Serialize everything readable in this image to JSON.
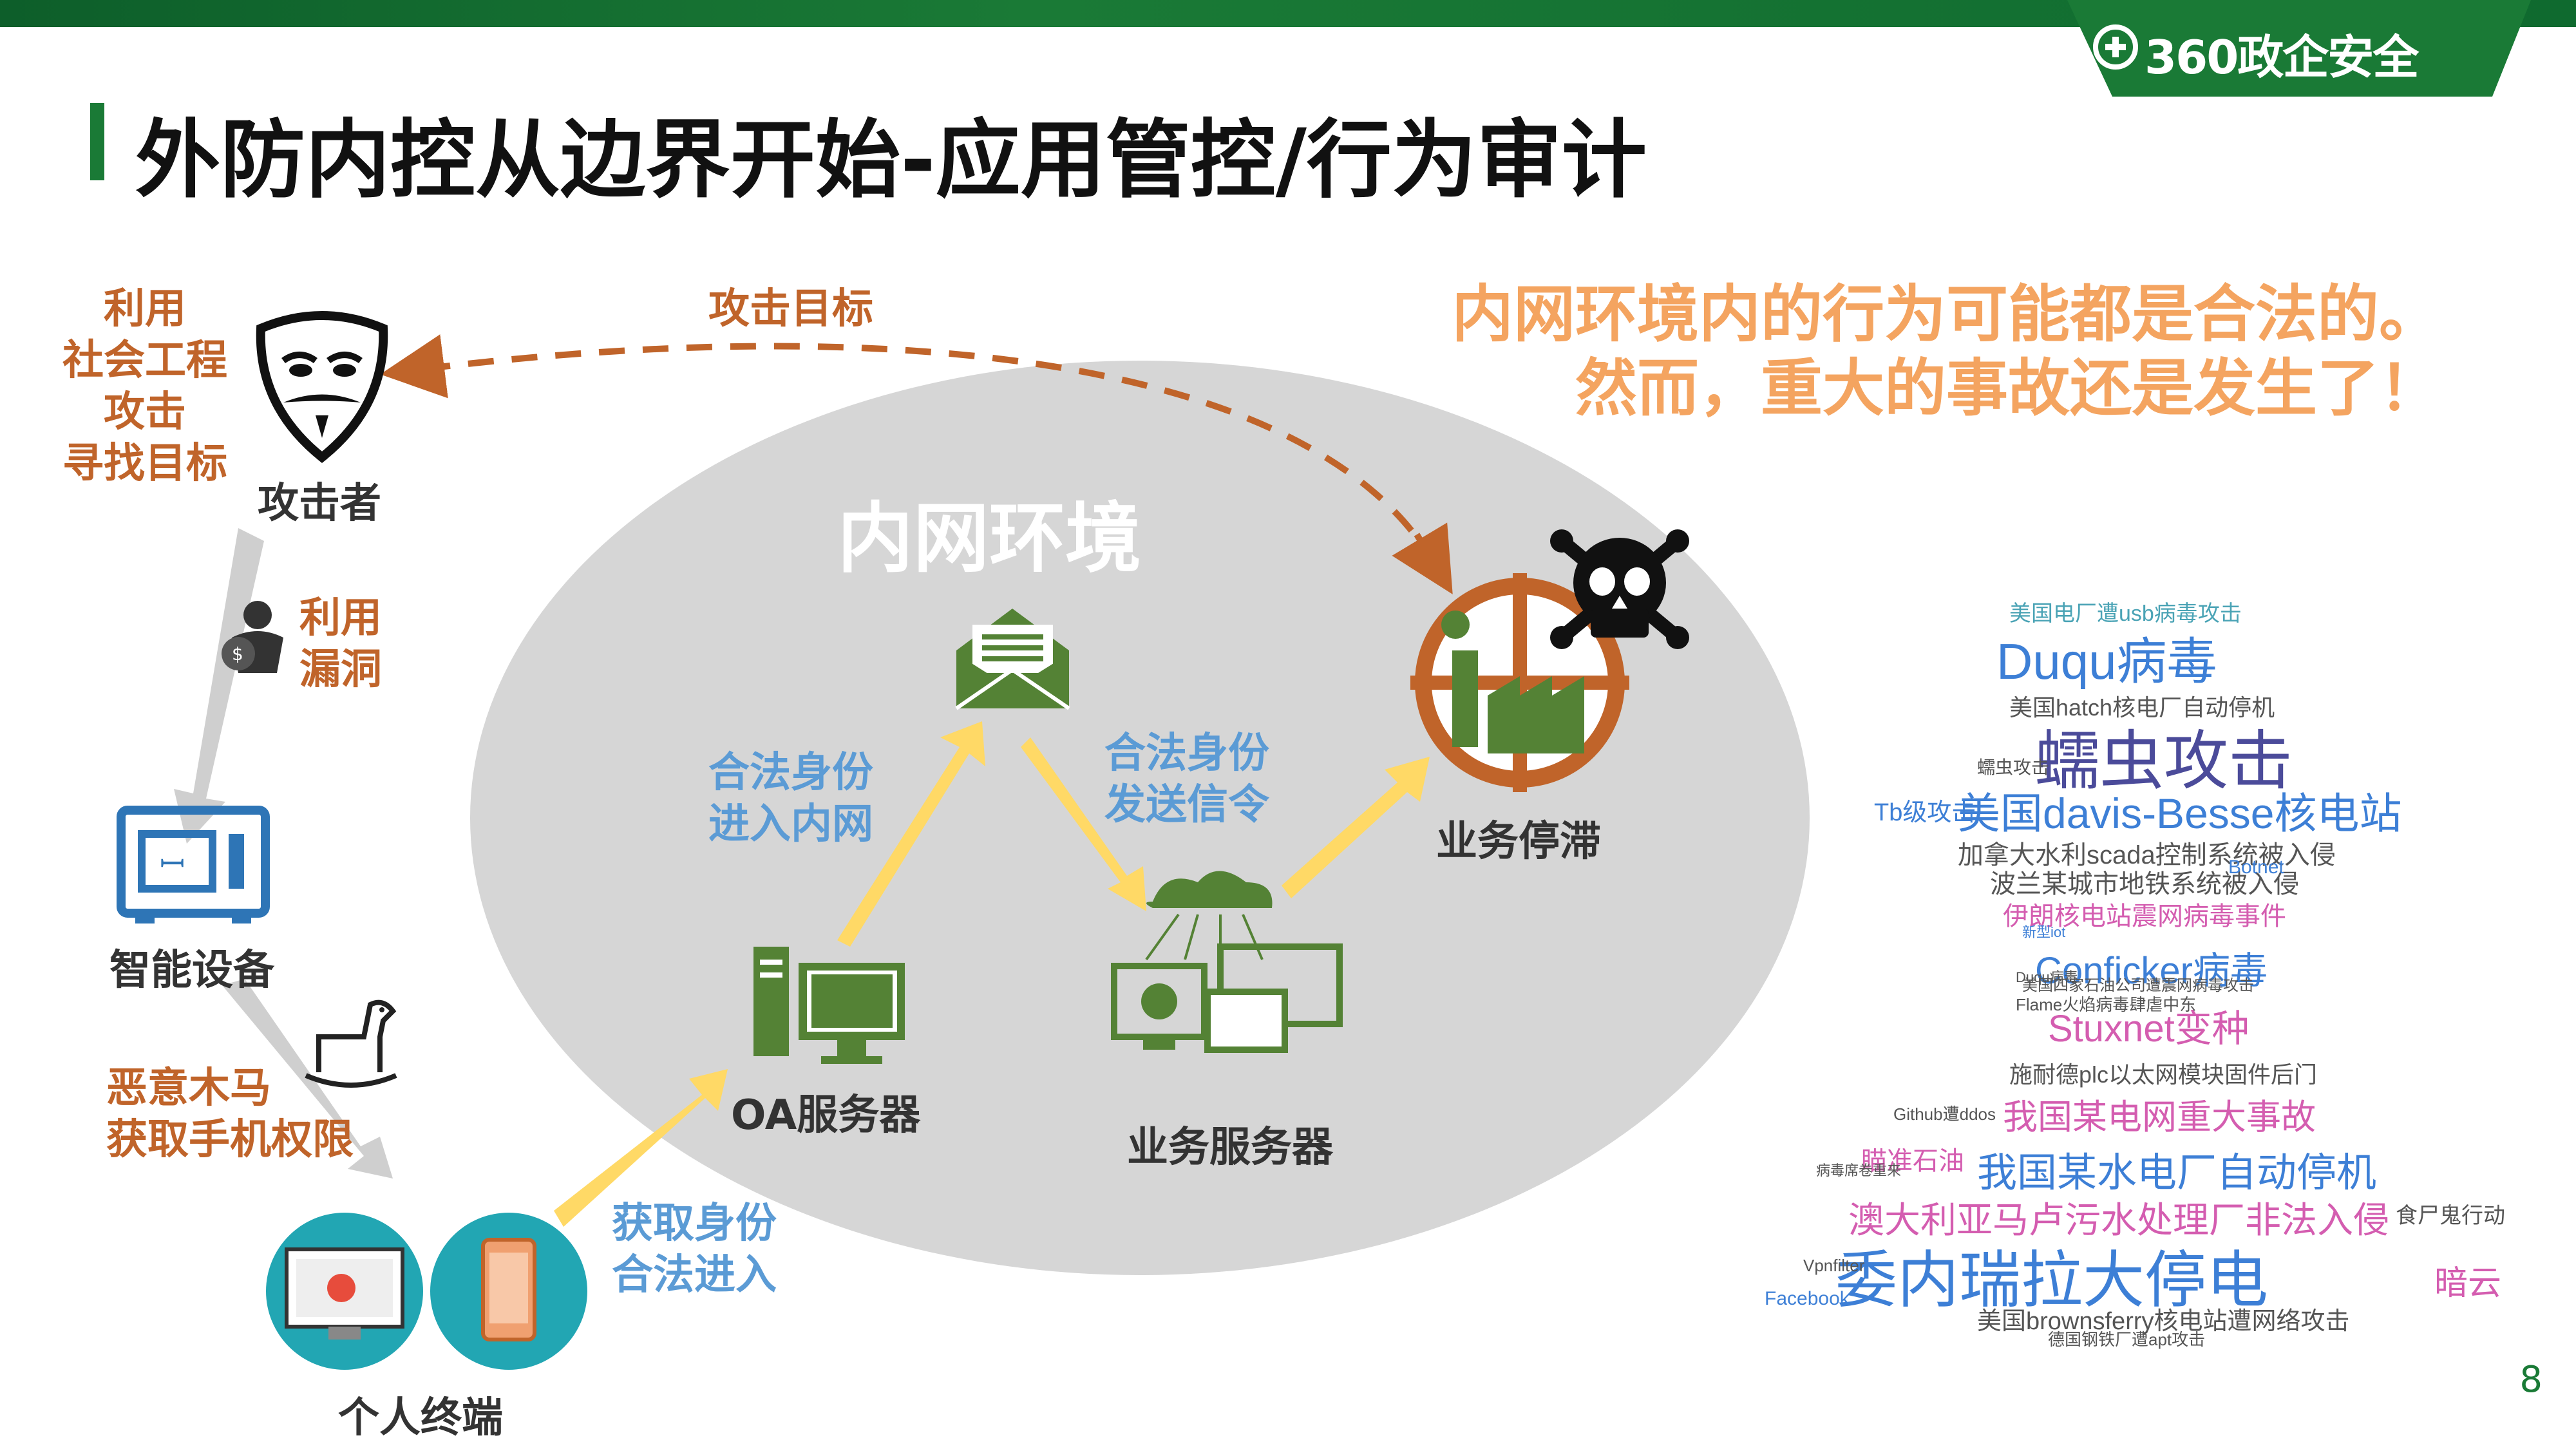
{
  "header": {
    "logo_text": "360政企安全",
    "title": "外防内控从边界开始-应用管控/行为审计",
    "page_number": "8"
  },
  "quote": {
    "line1": "内网环境内的行为可能都是合法的。",
    "line2": "然而，重大的事故还是发生了！"
  },
  "diagram": {
    "attacker_label": "攻击者",
    "social_lines": [
      "利用",
      "社会工程",
      "攻击",
      "寻找目标"
    ],
    "target_label": "攻击目标",
    "exploit_lines": [
      "利用",
      "漏洞"
    ],
    "device_label": "智能设备",
    "trojan_lines": [
      "恶意木马",
      "获取手机权限"
    ],
    "terminal_label": "个人终端",
    "get_identity_lines": [
      "获取身份",
      "合法进入"
    ],
    "network_label": "内网环境",
    "oa_label": "OA服务器",
    "enter_lines": [
      "合法身份",
      "进入内网"
    ],
    "send_lines": [
      "合法身份",
      "发送信令"
    ],
    "biz_server_label": "业务服务器",
    "stall_label": "业务停滞"
  },
  "wordcloud": [
    {
      "t": "美国电厂遭usb病毒攻击",
      "c": "#4aa3b5"
    },
    {
      "t": "Duqu病毒",
      "c": "#3d7fd6"
    },
    {
      "t": "美国hatch核电厂自动停机",
      "c": "#555"
    },
    {
      "t": "蠕虫攻击",
      "c": "#4b4b9a"
    },
    {
      "t": "Tb级攻击",
      "c": "#3d7fd6"
    },
    {
      "t": "美国davis-Besse核电站",
      "c": "#3d7fd6"
    },
    {
      "t": "加拿大水利scada控制系统被入侵",
      "c": "#555"
    },
    {
      "t": "波兰某城市地铁系统被入侵",
      "c": "#555"
    },
    {
      "t": "伊朗核电站震网病毒事件",
      "c": "#d45db0"
    },
    {
      "t": "Conficker病毒",
      "c": "#3d7fd6"
    },
    {
      "t": "Stuxnet变种",
      "c": "#d45db0"
    },
    {
      "t": "施耐德plc以太网模块固件后门",
      "c": "#555"
    },
    {
      "t": "我国某电网重大事故",
      "c": "#d45db0"
    },
    {
      "t": "我国某水电厂自动停机",
      "c": "#3d7fd6"
    },
    {
      "t": "澳大利亚马卢污水处理厂非法入侵",
      "c": "#d45db0"
    },
    {
      "t": "委内瑞拉大停电",
      "c": "#3d7fd6"
    },
    {
      "t": "暗云",
      "c": "#d45db0"
    },
    {
      "t": "美国brownsferry核电站遭网络攻击",
      "c": "#555"
    },
    {
      "t": "食尸鬼行动",
      "c": "#555"
    },
    {
      "t": "瞄准石油",
      "c": "#d45db0"
    },
    {
      "t": "Botnet",
      "c": "#3d7fd6"
    },
    {
      "t": "Facebook",
      "c": "#3d7fd6"
    },
    {
      "t": "Vpnfilter",
      "c": "#555"
    },
    {
      "t": "Flame火焰病毒肆虐中东",
      "c": "#555"
    },
    {
      "t": "美国四家石油公司遭震网病毒攻击",
      "c": "#555"
    },
    {
      "t": "Github遭ddos",
      "c": "#555"
    },
    {
      "t": "德国钢铁厂遭apt攻击",
      "c": "#555"
    },
    {
      "t": "蠕虫攻击",
      "c": "#555"
    },
    {
      "t": "病毒席卷重来",
      "c": "#555"
    },
    {
      "t": "新型iot",
      "c": "#3d7fd6"
    },
    {
      "t": "Duqu病毒",
      "c": "#555"
    }
  ]
}
